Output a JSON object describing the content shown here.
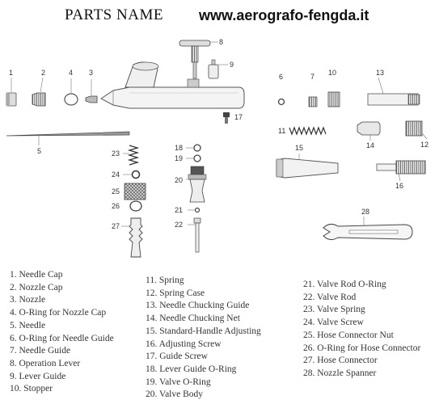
{
  "header": {
    "title": "PARTS NAME",
    "url": "www.aerografo-fengda.it"
  },
  "callouts": [
    "1",
    "2",
    "3",
    "4",
    "5",
    "6",
    "7",
    "8",
    "9",
    "10",
    "11",
    "12",
    "13",
    "14",
    "15",
    "16",
    "17",
    "18",
    "19",
    "20",
    "21",
    "22",
    "23",
    "24",
    "25",
    "26",
    "27",
    "28"
  ],
  "legend": {
    "col1": [
      "1. Needle Cap",
      "2. Nozzle Cap",
      "3. Nozzle",
      "4. O-Ring for Nozzle Cap",
      "5. Needle",
      "6. O-Ring for Needle Guide",
      "7. Needle Guide",
      "8. Operation Lever",
      "9. Lever Guide",
      "10. Stopper"
    ],
    "col2": [
      "11. Spring",
      "12. Spring Case",
      "13. Needle Chucking Guide",
      "14. Needle Chucking Net",
      "15. Standard-Handle Adjusting",
      "16. Adjusting Screw",
      "17. Guide Screw",
      "18. Lever Guide O-Ring",
      "19. Valve O-Ring",
      "20. Valve Body"
    ],
    "col3": [
      "21. Valve Rod O-Ring",
      "22. Valve Rod",
      "23. Valve Spring",
      "24. Valve Screw",
      "25. Hose Connector Nut",
      "26. O-Ring for Hose Connector",
      "27. Hose Connector",
      "28. Nozzle Spanner"
    ]
  }
}
